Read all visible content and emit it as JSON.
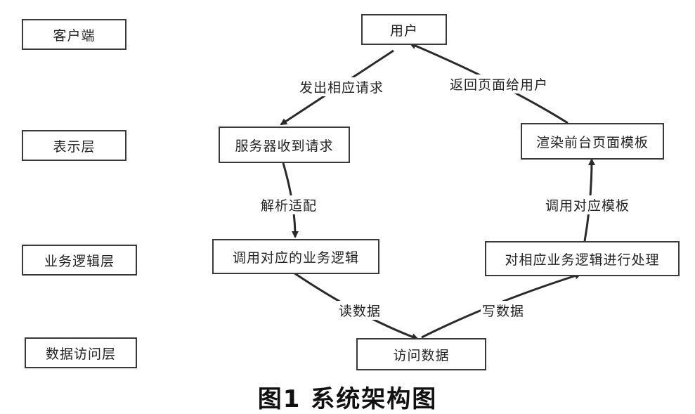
{
  "layers": {
    "client": "客户端",
    "presentation": "表示层",
    "business": "业务逻辑层",
    "data_access": "数据访问层"
  },
  "nodes": {
    "user": "用户",
    "server_receive": "服务器收到请求",
    "render_template": "渲染前台页面模板",
    "call_business": "调用对应的业务逻辑",
    "process_business": "对相应业务逻辑进行处理",
    "access_data": "访问数据"
  },
  "edges": {
    "send_request": "发出相应请求",
    "return_page": "返回页面给用户",
    "parse_adapt": "解析适配",
    "call_template": "调用对应模板",
    "read_data": "读数据",
    "write_data": "写数据"
  },
  "caption": "图1  系统架构图"
}
